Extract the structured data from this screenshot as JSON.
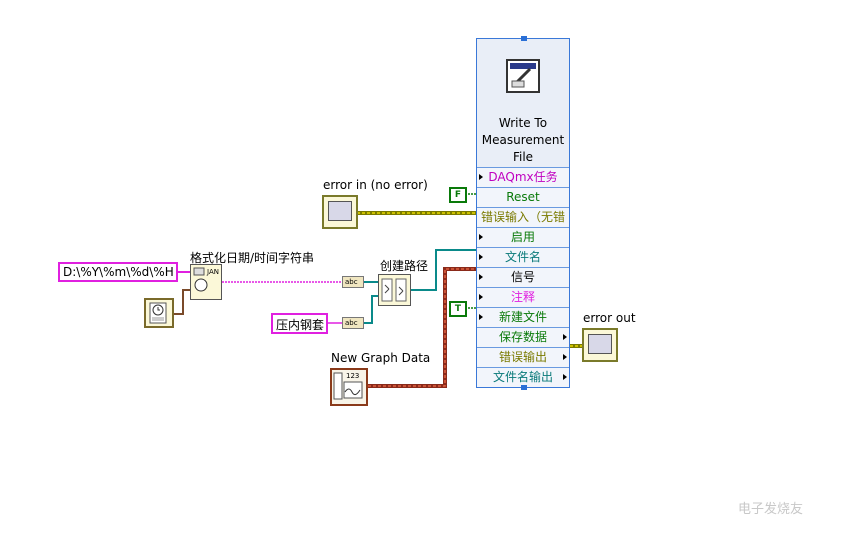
{
  "express_vi": {
    "title": "Write To Measurement File",
    "terminals": [
      {
        "label": "DAQmx任务",
        "color": "#c000c0",
        "dir": "in"
      },
      {
        "label": "Reset",
        "color": "#0a7a0a",
        "dir": "none"
      },
      {
        "label": "错误输入（无错",
        "color": "#7a7a00",
        "dir": "none"
      },
      {
        "label": "启用",
        "color": "#0a7a0a",
        "dir": "in"
      },
      {
        "label": "文件名",
        "color": "#0a7a7a",
        "dir": "in"
      },
      {
        "label": "信号",
        "color": "#000000",
        "dir": "in"
      },
      {
        "label": "注释",
        "color": "#e020e0",
        "dir": "in"
      },
      {
        "label": "新建文件",
        "color": "#0a7a0a",
        "dir": "in"
      },
      {
        "label": "保存数据",
        "color": "#0a7a0a",
        "dir": "out"
      },
      {
        "label": "错误输出",
        "color": "#7a7a00",
        "dir": "out"
      },
      {
        "label": "文件名输出",
        "color": "#0a7a7a",
        "dir": "out"
      }
    ]
  },
  "labels": {
    "error_in": "error in (no error)",
    "format_datetime": "格式化日期/时间字符串",
    "build_path": "创建路径",
    "new_graph_data": "New Graph Data",
    "error_out": "error out"
  },
  "constants": {
    "format_string": "D:\\%Y\\%m\\%d\\%H",
    "name_string": "压内钢套",
    "bool_false": "F",
    "bool_true": "T"
  },
  "icons": {
    "format_node_text": "JAN",
    "graph_indicator_text": "123",
    "abc_text": "abc"
  },
  "watermark": "电子发烧友"
}
